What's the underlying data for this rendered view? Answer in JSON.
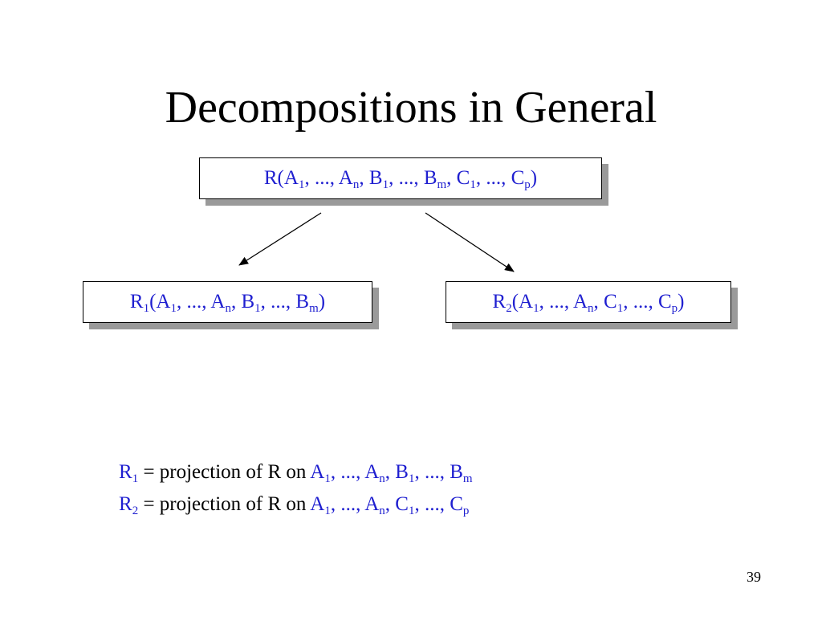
{
  "title": "Decompositions in General",
  "relations": {
    "r": [
      {
        "t": "R(A"
      },
      {
        "s": "1"
      },
      {
        "t": ", ..., A"
      },
      {
        "s": "n"
      },
      {
        "t": ", B"
      },
      {
        "s": "1"
      },
      {
        "t": ", ..., B"
      },
      {
        "s": "m"
      },
      {
        "t": ", C"
      },
      {
        "s": "1"
      },
      {
        "t": ", ..., C"
      },
      {
        "s": "p"
      },
      {
        "t": ")"
      }
    ],
    "r1": [
      {
        "t": "R"
      },
      {
        "s": "1"
      },
      {
        "t": "(A"
      },
      {
        "s": "1"
      },
      {
        "t": ", ..., A"
      },
      {
        "s": "n"
      },
      {
        "t": ", B"
      },
      {
        "s": "1"
      },
      {
        "t": ", ..., B"
      },
      {
        "s": "m"
      },
      {
        "t": ")"
      }
    ],
    "r2": [
      {
        "t": "R"
      },
      {
        "s": "2"
      },
      {
        "t": "(A"
      },
      {
        "s": "1"
      },
      {
        "t": ", ..., A"
      },
      {
        "s": "n"
      },
      {
        "t": ", C"
      },
      {
        "s": "1"
      },
      {
        "t": ", ..., C"
      },
      {
        "s": "p"
      },
      {
        "t": ")"
      }
    ]
  },
  "notes": {
    "n1": [
      {
        "t": "R",
        "c": "blue"
      },
      {
        "s": "1",
        "c": "blue"
      },
      {
        "t": " = projection of R on ",
        "c": "blk"
      },
      {
        "t": "A",
        "c": "blue"
      },
      {
        "s": "1",
        "c": "blue"
      },
      {
        "t": ", ..., A",
        "c": "blue"
      },
      {
        "s": "n",
        "c": "blue"
      },
      {
        "t": ", B",
        "c": "blue"
      },
      {
        "s": "1",
        "c": "blue"
      },
      {
        "t": ", ..., B",
        "c": "blue"
      },
      {
        "s": "m",
        "c": "blue"
      }
    ],
    "n2": [
      {
        "t": "R",
        "c": "blue"
      },
      {
        "s": "2",
        "c": "blue"
      },
      {
        "t": " = projection of R on ",
        "c": "blk"
      },
      {
        "t": "A",
        "c": "blue"
      },
      {
        "s": "1",
        "c": "blue"
      },
      {
        "t": ", ..., A",
        "c": "blue"
      },
      {
        "s": "n",
        "c": "blue"
      },
      {
        "t": ", C",
        "c": "blue"
      },
      {
        "s": "1",
        "c": "blue"
      },
      {
        "t": ", ..., C",
        "c": "blue"
      },
      {
        "s": "p",
        "c": "blue"
      }
    ]
  },
  "page_number": "39",
  "colors": {
    "relation_text": "#1f1fd0",
    "text": "#000000",
    "shadow": "#9a9a9a"
  }
}
